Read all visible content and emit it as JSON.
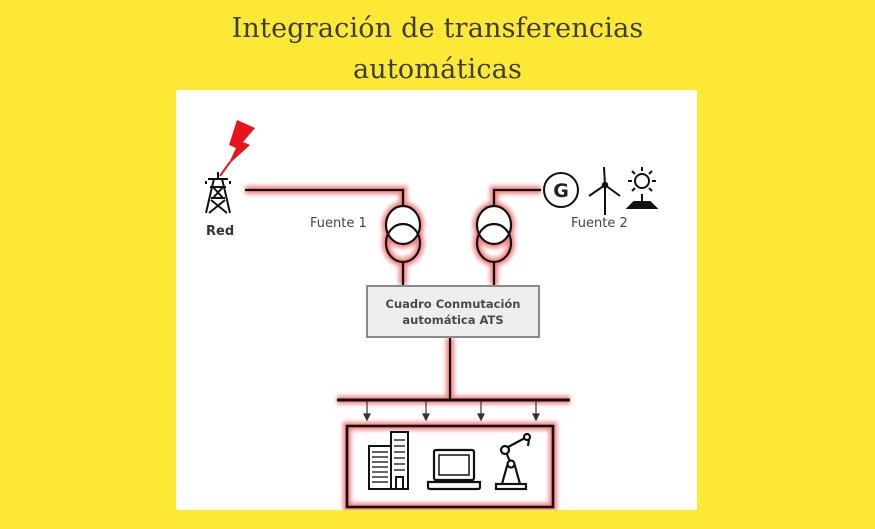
{
  "title": {
    "line1": "Integración de transferencias",
    "line2": "automáticas"
  },
  "diagram": {
    "source1": {
      "icon": "transmission-tower-icon",
      "label": "Red",
      "transformer_label": "Fuente 1"
    },
    "source2": {
      "icons": [
        "generator-icon",
        "wind-turbine-icon",
        "solar-panel-icon"
      ],
      "generator_symbol": "G",
      "transformer_label": "Fuente 2"
    },
    "switch_panel": {
      "line1": "Cuadro Conmutación",
      "line2": "automática ATS"
    },
    "loads": {
      "icons": [
        "building-icon",
        "laptop-icon",
        "robot-arm-icon"
      ],
      "feeder_count": 4
    },
    "colors": {
      "background": "#fde935",
      "line": "#111111",
      "glow": "#f26b6b",
      "lightning": "#e8141c",
      "title_text": "#3d3d3d"
    }
  }
}
